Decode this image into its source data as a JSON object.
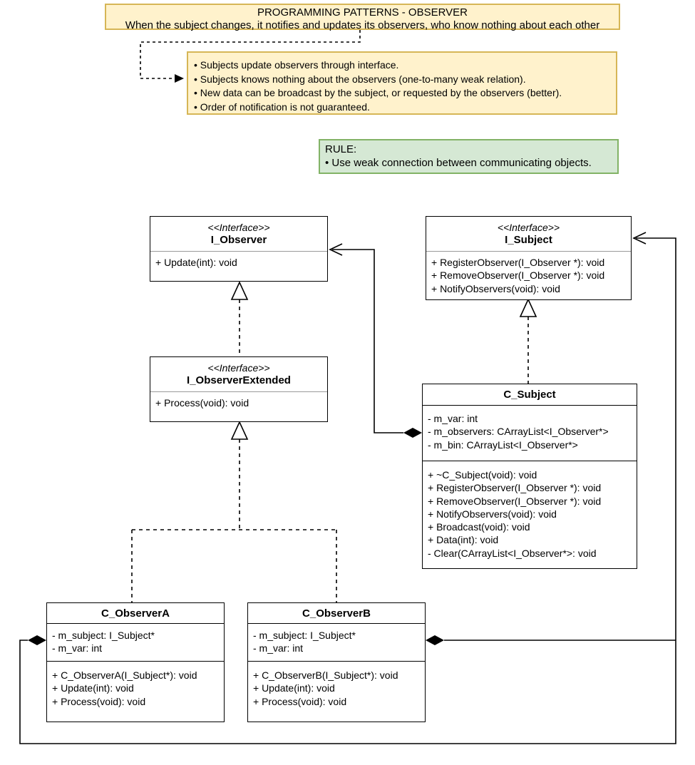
{
  "header_note": {
    "title": "PROGRAMMING PATTERNS - OBSERVER",
    "subtitle": "When the subject changes, it notifies and updates its observers, who know nothing about each other"
  },
  "notes": {
    "bullets": [
      "• Subjects update observers through interface.",
      "• Subjects knows nothing about the observers (one-to-many weak relation).",
      "• New data can be broadcast by the subject, or requested by the observers (better).",
      "• Order of notification is not guaranteed."
    ]
  },
  "rule": {
    "title": "RULE:",
    "bullets": [
      "• Use weak connection between communicating objects."
    ]
  },
  "classes": {
    "i_observer": {
      "stereotype": "<<Interface>>",
      "name": "I_Observer",
      "methods": [
        "+ Update(int): void"
      ]
    },
    "i_subject": {
      "stereotype": "<<Interface>>",
      "name": "I_Subject",
      "methods": [
        "+ RegisterObserver(I_Observer *): void",
        "+ RemoveObserver(I_Observer *): void",
        "+ NotifyObservers(void): void"
      ]
    },
    "i_observer_extended": {
      "stereotype": "<<Interface>>",
      "name": "I_ObserverExtended",
      "methods": [
        "+ Process(void): void"
      ]
    },
    "c_subject": {
      "name": "C_Subject",
      "attributes": [
        "- m_var: int",
        "- m_observers: CArrayList<I_Observer*>",
        "- m_bin: CArrayList<I_Observer*>"
      ],
      "methods": [
        "+ ~C_Subject(void): void",
        "+ RegisterObserver(I_Observer *): void",
        "+ RemoveObserver(I_Observer *): void",
        "+ NotifyObservers(void): void",
        "+ Broadcast(void): void",
        "+ Data(int): void",
        "- Clear(CArrayList<I_Observer*>: void"
      ]
    },
    "c_observer_a": {
      "name": "C_ObserverA",
      "attributes": [
        "- m_subject: I_Subject*",
        "- m_var: int"
      ],
      "methods": [
        "+ C_ObserverA(I_Subject*): void",
        "+ Update(int): void",
        "+ Process(void): void"
      ]
    },
    "c_observer_b": {
      "name": "C_ObserverB",
      "attributes": [
        "- m_subject: I_Subject*",
        "- m_var: int"
      ],
      "methods": [
        "+ C_ObserverB(I_Subject*): void",
        "+ Update(int): void",
        "+ Process(void): void"
      ]
    }
  },
  "colors": {
    "note_fill": "#FFF2CC",
    "note_border": "#D6B656",
    "rule_fill": "#D5E8D4",
    "rule_border": "#82B366",
    "line": "#000000"
  }
}
